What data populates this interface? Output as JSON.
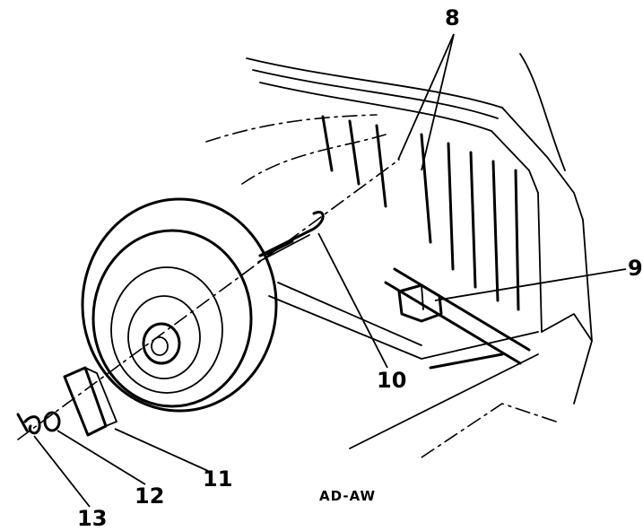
{
  "figure": {
    "code": "AD-AW",
    "callouts": [
      {
        "id": "8",
        "label": "8"
      },
      {
        "id": "9",
        "label": "9"
      },
      {
        "id": "10",
        "label": "10"
      },
      {
        "id": "11",
        "label": "11"
      },
      {
        "id": "12",
        "label": "12"
      },
      {
        "id": "13",
        "label": "13"
      }
    ]
  }
}
